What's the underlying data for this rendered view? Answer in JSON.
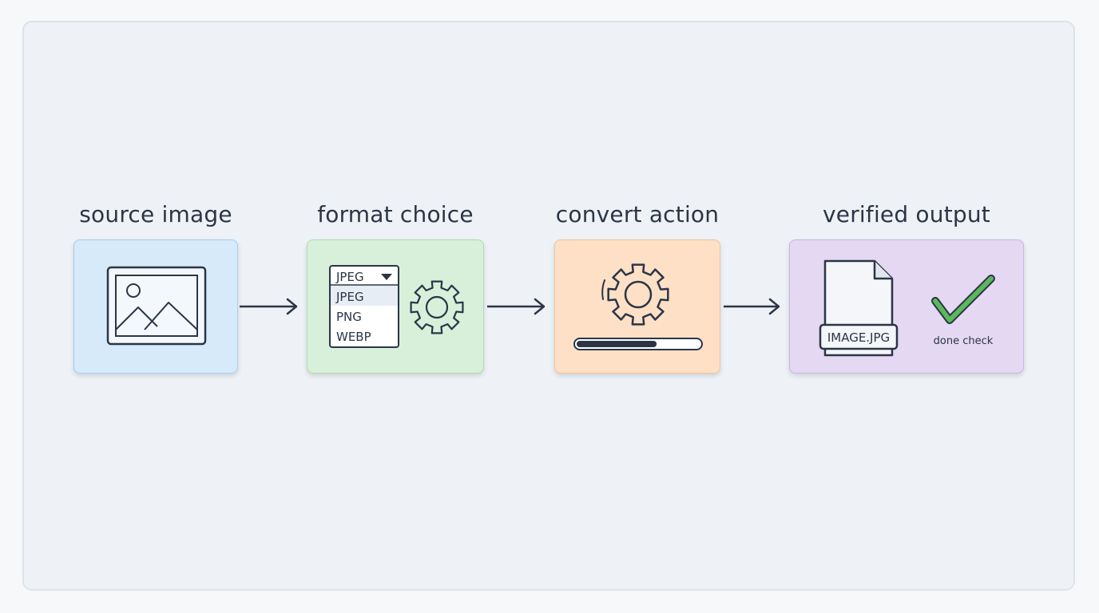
{
  "stages": [
    {
      "label": "source image",
      "color": "#d6eafa"
    },
    {
      "label": "format choice",
      "color": "#d8f0da"
    },
    {
      "label": "convert action",
      "color": "#fde0c6"
    },
    {
      "label": "verified output",
      "color": "#e4d8f2"
    }
  ],
  "format_choice": {
    "selected": "JPEG",
    "options": [
      "JPEG",
      "PNG",
      "WEBP"
    ]
  },
  "convert_action": {
    "progress": 0.65
  },
  "verified_output": {
    "file_name": "IMAGE.JPG",
    "done_label": "done check"
  },
  "colors": {
    "stroke": "#2b3546",
    "check": "#5cb85c",
    "canvas": "#eef2f6"
  }
}
